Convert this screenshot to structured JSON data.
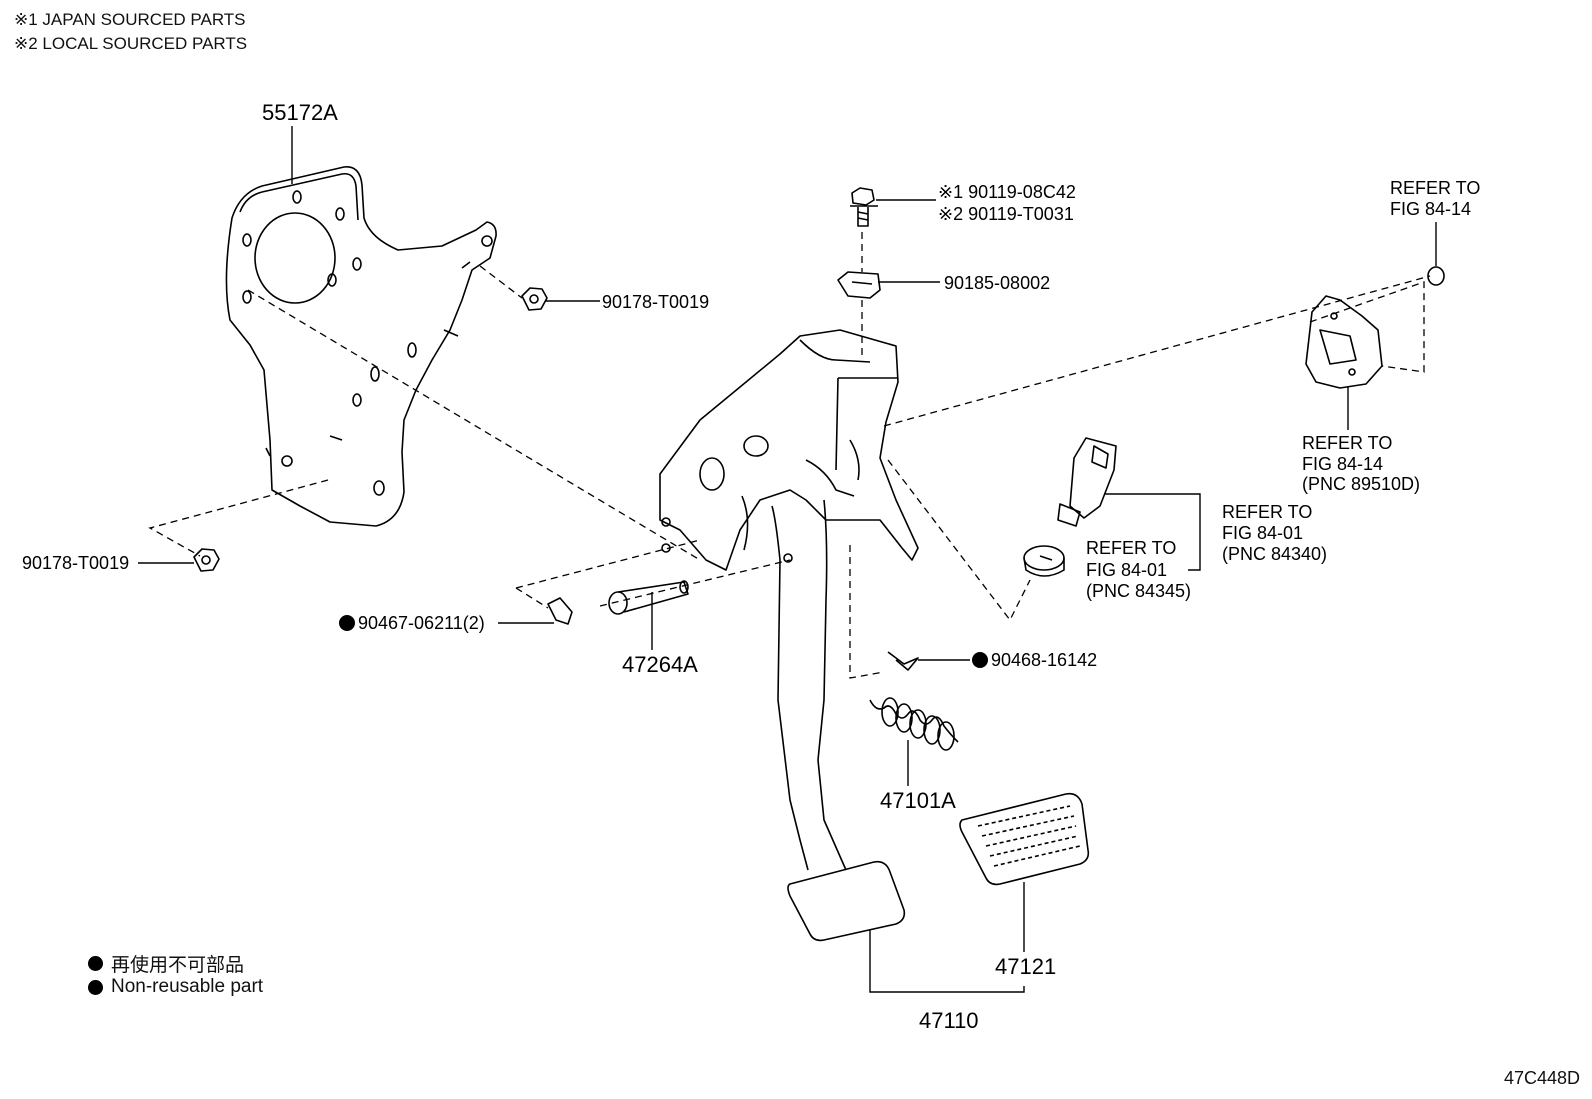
{
  "notes": {
    "note1": "※1 JAPAN SOURCED PARTS",
    "note2": "※2 LOCAL SOURCED PARTS"
  },
  "legend": {
    "jp": "再使用不可部品",
    "en": "Non-reusable part"
  },
  "figure_code": "47C448D",
  "parts": {
    "bracket": "55172A",
    "nut_top": "90178-T0019",
    "nut_left": "90178-T0019",
    "bolt_1": "※1 90119-08C42",
    "bolt_2": "※2 90119-T0031",
    "nut_clip": "90185-08002",
    "bushing": "90467-06211(2)",
    "pin": "47264A",
    "clip": "90468-16142",
    "spring": "47101A",
    "pedal_pad": "47121",
    "pedal_assy": "47110"
  },
  "refs": {
    "sensor_top": [
      "REFER TO",
      "FIG 84-14"
    ],
    "sensor_bottom": [
      "REFER TO",
      "FIG 84-14",
      "(PNC 89510D)"
    ],
    "switch": [
      "REFER TO",
      "FIG 84-01",
      "(PNC 84340)"
    ],
    "cushion": [
      "REFER TO",
      "FIG 84-01",
      "(PNC 84345)"
    ]
  },
  "colors": {
    "ink": "#000000",
    "background": "#ffffff"
  }
}
